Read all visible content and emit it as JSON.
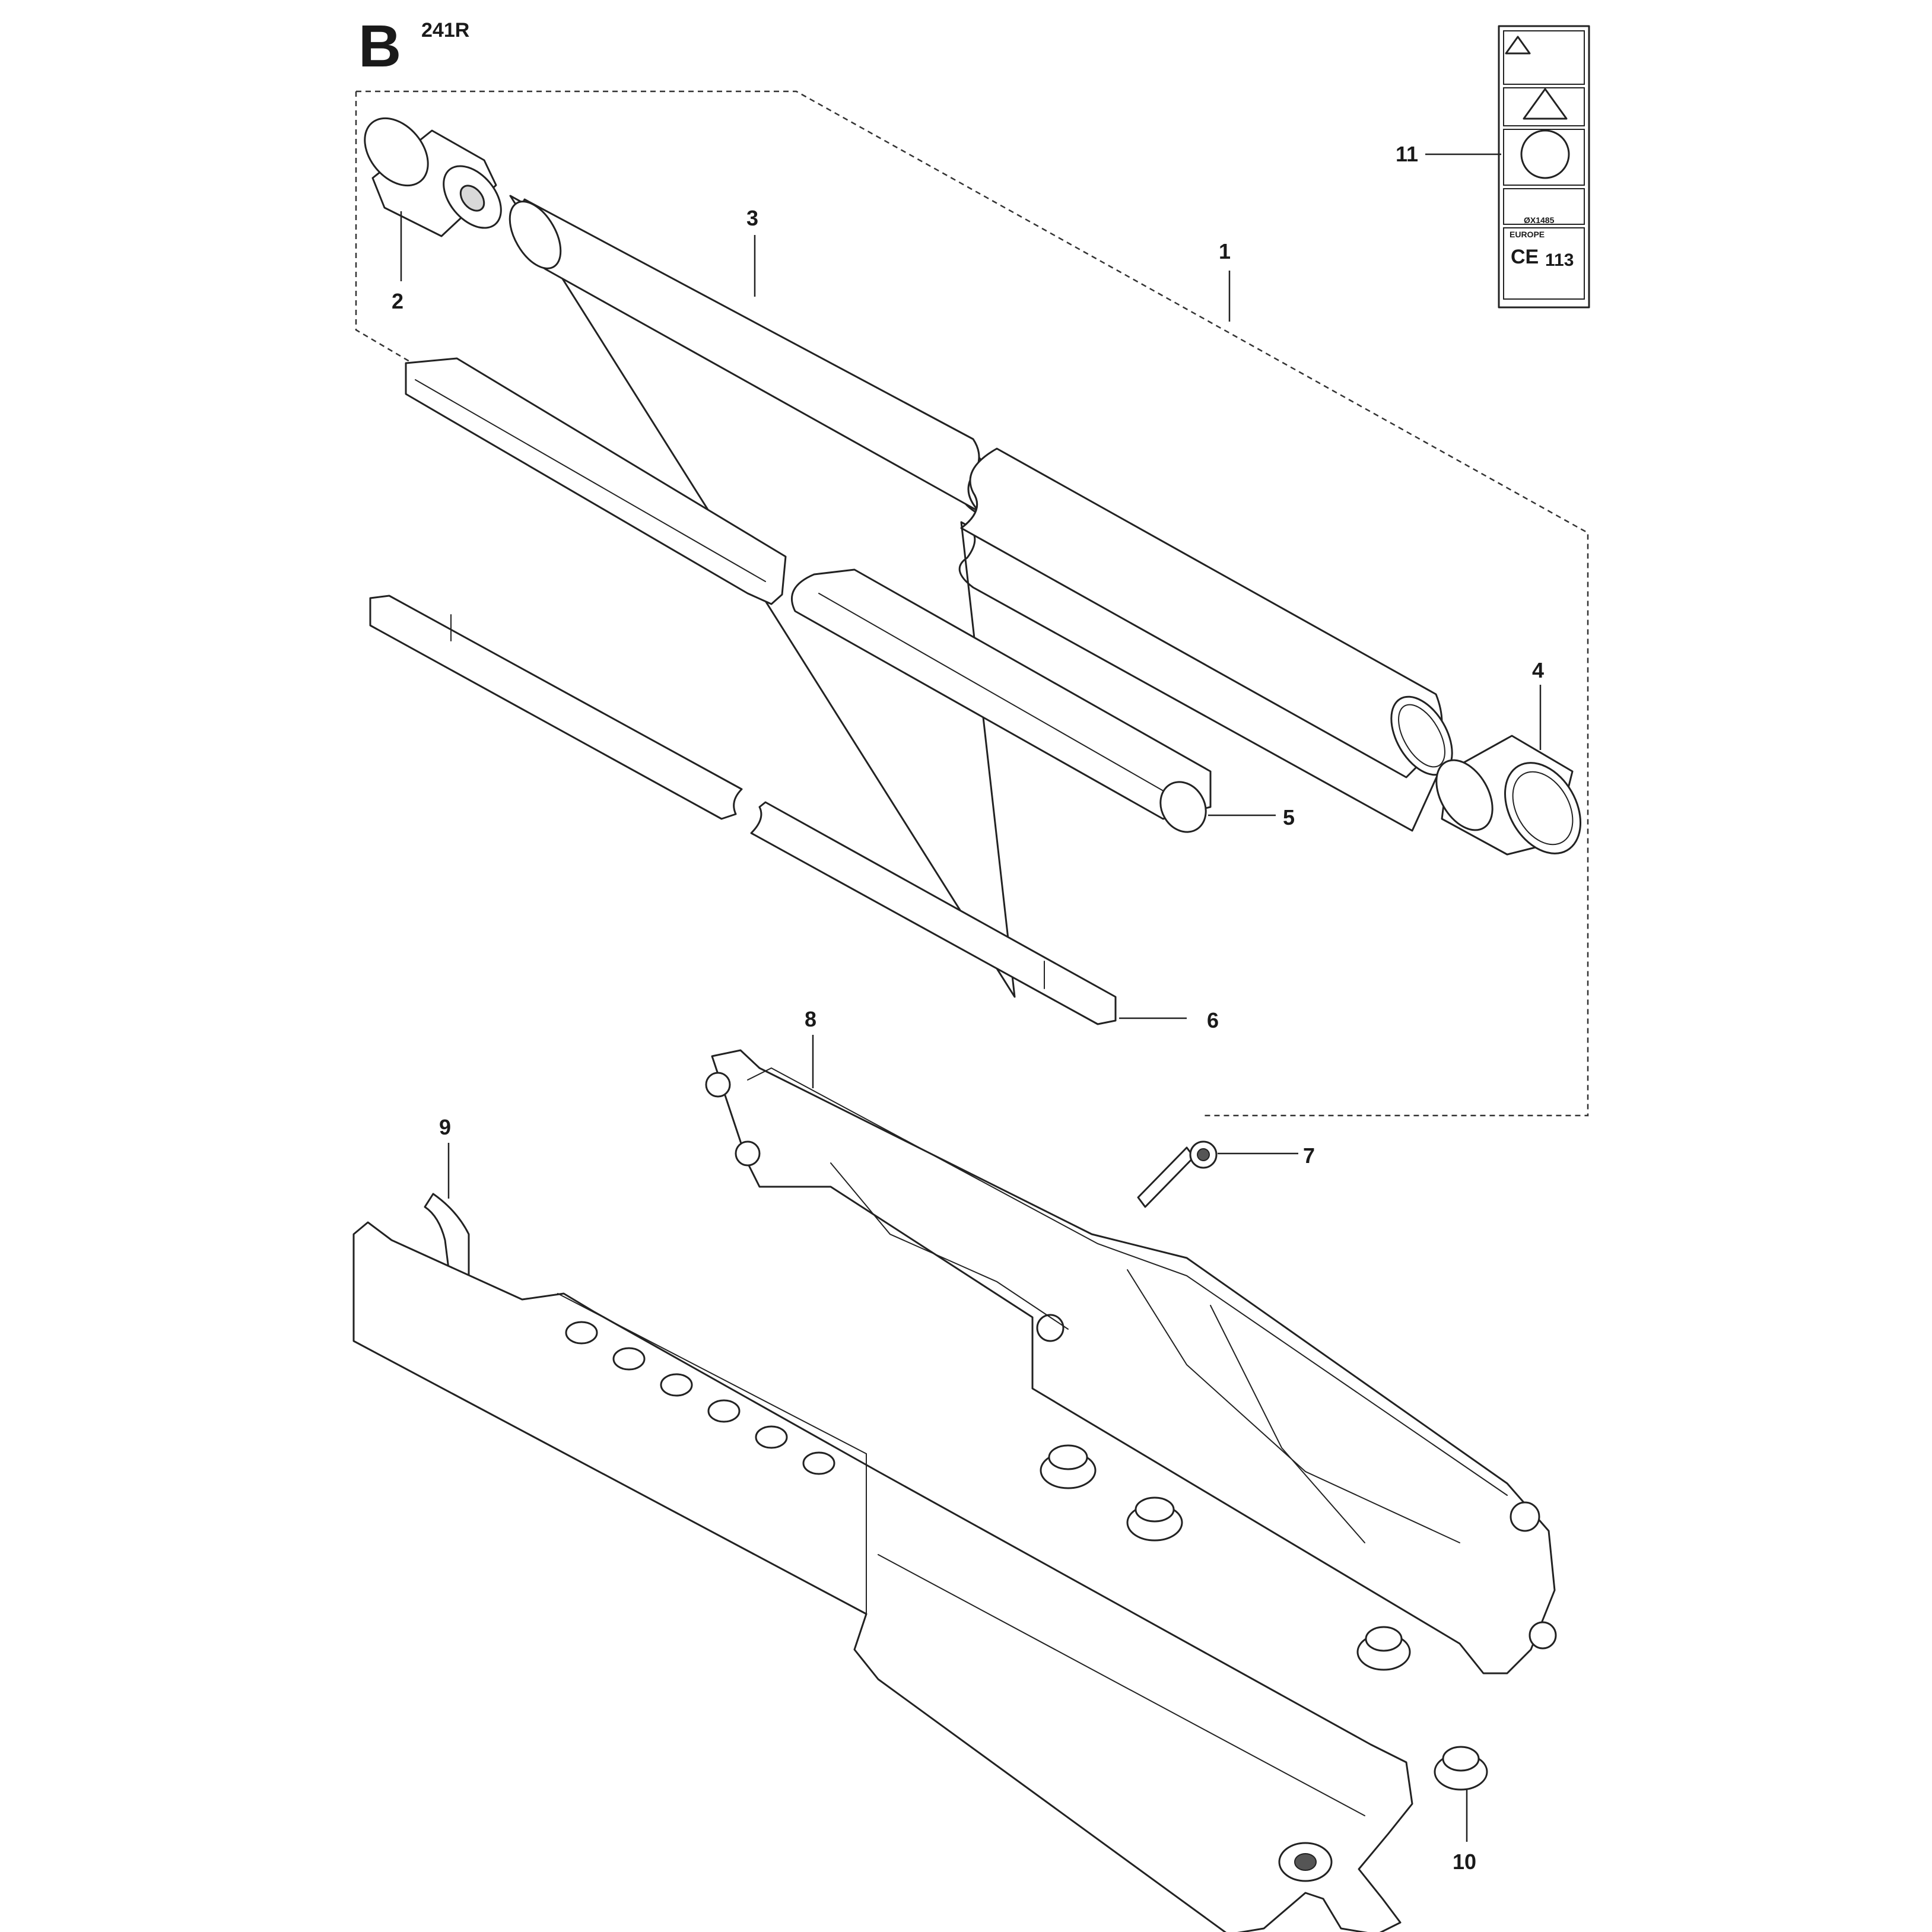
{
  "header": {
    "section_letter": "B",
    "model": "241R"
  },
  "callouts": [
    {
      "id": "callout-1",
      "number": "1"
    },
    {
      "id": "callout-2",
      "number": "2"
    },
    {
      "id": "callout-3",
      "number": "3"
    },
    {
      "id": "callout-4",
      "number": "4"
    },
    {
      "id": "callout-5",
      "number": "5"
    },
    {
      "id": "callout-6",
      "number": "6"
    },
    {
      "id": "callout-7",
      "number": "7"
    },
    {
      "id": "callout-8",
      "number": "8"
    },
    {
      "id": "callout-9",
      "number": "9"
    },
    {
      "id": "callout-10",
      "number": "10"
    },
    {
      "id": "callout-11",
      "number": "11"
    }
  ],
  "decal": {
    "region_text": "EUROPE",
    "ce_mark": "CE",
    "sound_level": "113",
    "decal_code": "ØX1485"
  }
}
